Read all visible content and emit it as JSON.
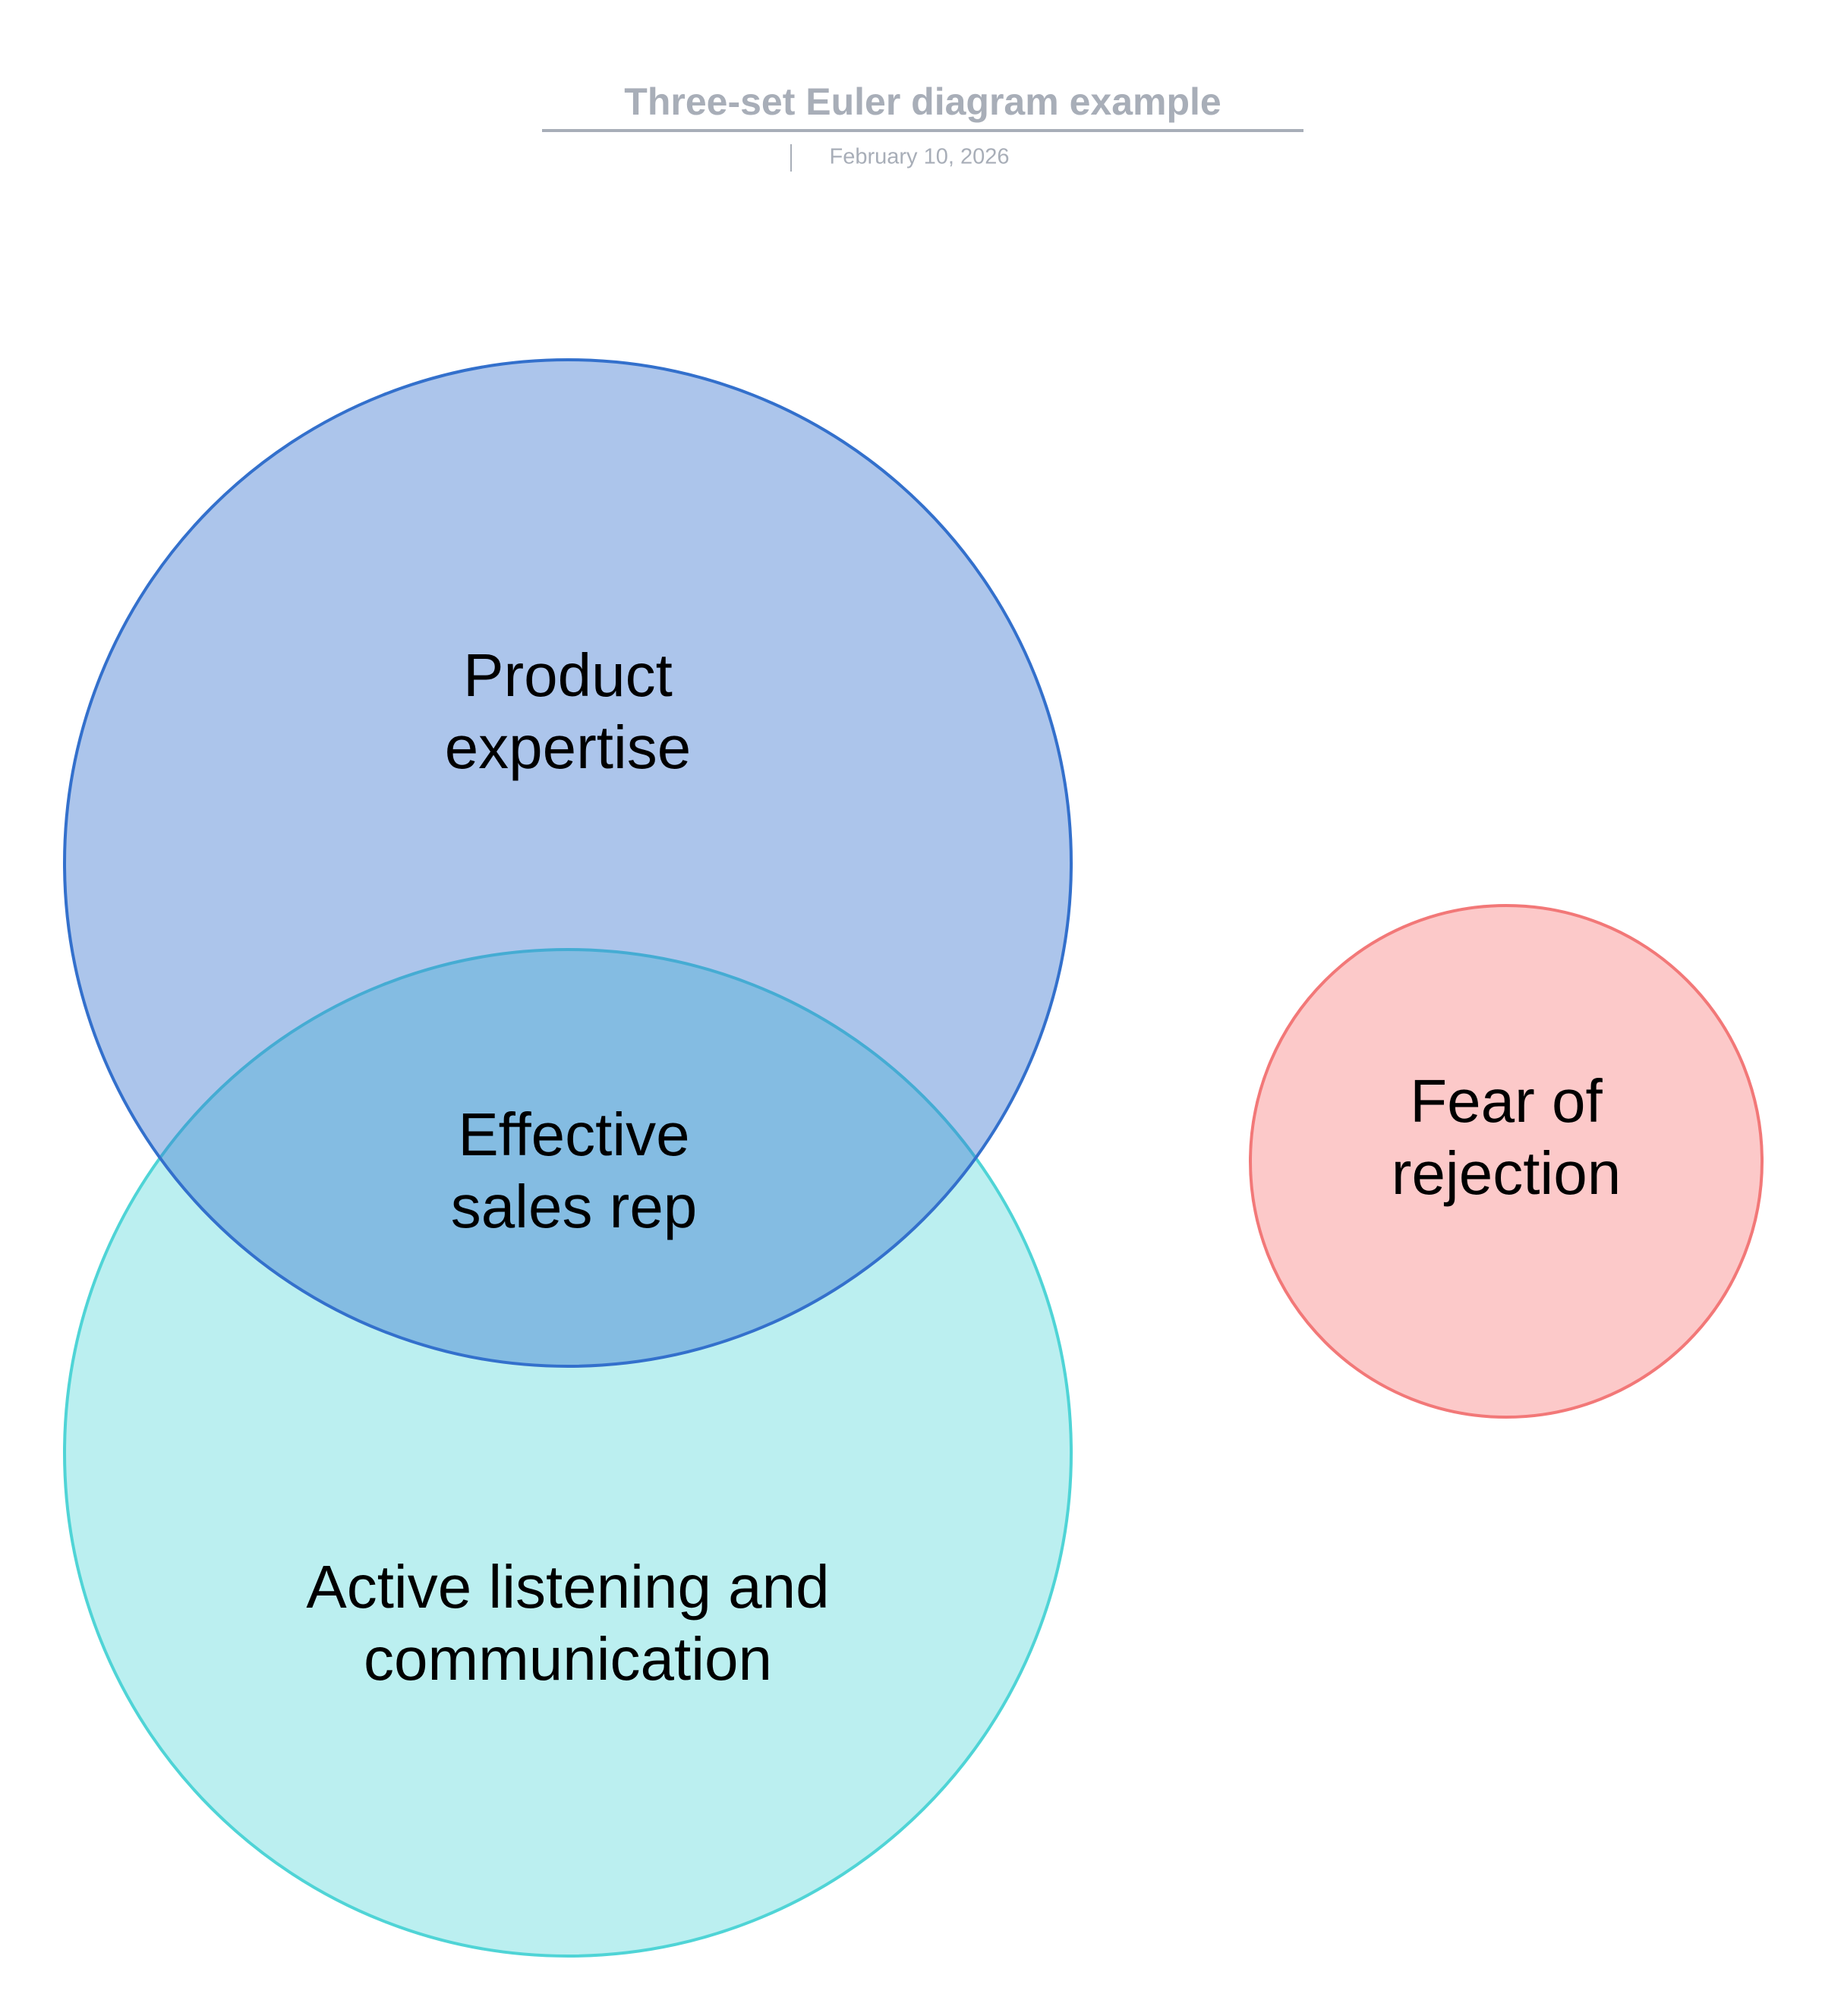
{
  "header": {
    "title": "Three-set Euler diagram example",
    "date": "February 10, 2026"
  },
  "sets": [
    {
      "id": "product",
      "label_lines": [
        "Product",
        "expertise"
      ],
      "stroke": "#3370cc",
      "fill": "#3a74d0"
    },
    {
      "id": "listening",
      "label_lines": [
        "Active listening and",
        "communication"
      ],
      "stroke": "#4fd4d6",
      "fill": "#55d8da"
    },
    {
      "id": "fear",
      "label_lines": [
        "Fear of",
        "rejection"
      ],
      "stroke": "#f27878",
      "fill": "#fcc9c9"
    }
  ],
  "intersection": {
    "label_lines": [
      "Effective",
      "sales rep"
    ]
  }
}
